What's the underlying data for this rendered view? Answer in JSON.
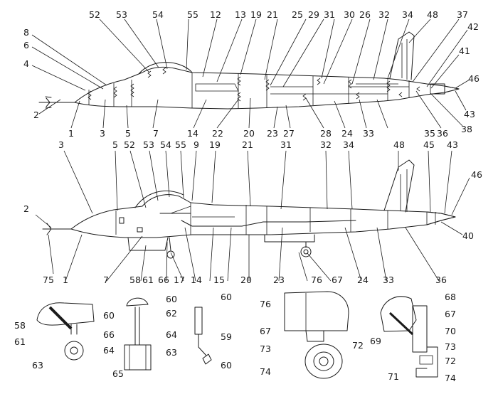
{
  "figure": {
    "top_view_labels": [
      "52",
      "53",
      "54",
      "55",
      "12",
      "13",
      "19",
      "21",
      "25",
      "29",
      "31",
      "30",
      "26",
      "32",
      "34",
      "48",
      "37",
      "8",
      "6",
      "4",
      "42",
      "41",
      "46",
      "2",
      "1",
      "3",
      "5",
      "7",
      "14",
      "22",
      "20",
      "23",
      "27",
      "28",
      "24",
      "33",
      "35",
      "36",
      "38",
      "43"
    ],
    "side_view_labels": [
      "3",
      "5",
      "52",
      "53",
      "54",
      "55",
      "9",
      "19",
      "21",
      "31",
      "32",
      "34",
      "48",
      "45",
      "43",
      "46",
      "2",
      "75",
      "1",
      "7",
      "58",
      "61",
      "66",
      "17",
      "14",
      "15",
      "20",
      "23",
      "76",
      "67",
      "24",
      "33",
      "36",
      "40"
    ],
    "detail_labels": {
      "main_strut": [
        "58",
        "61",
        "60",
        "66",
        "64",
        "63"
      ],
      "nose_strut": [
        "60",
        "62",
        "64",
        "63",
        "65"
      ],
      "small_strut": [
        "60",
        "59",
        "60"
      ],
      "wheel_well": [
        "76",
        "67",
        "73",
        "72",
        "74"
      ],
      "well_section": [
        "68",
        "67",
        "69",
        "70",
        "73",
        "72",
        "71",
        "74"
      ]
    }
  }
}
